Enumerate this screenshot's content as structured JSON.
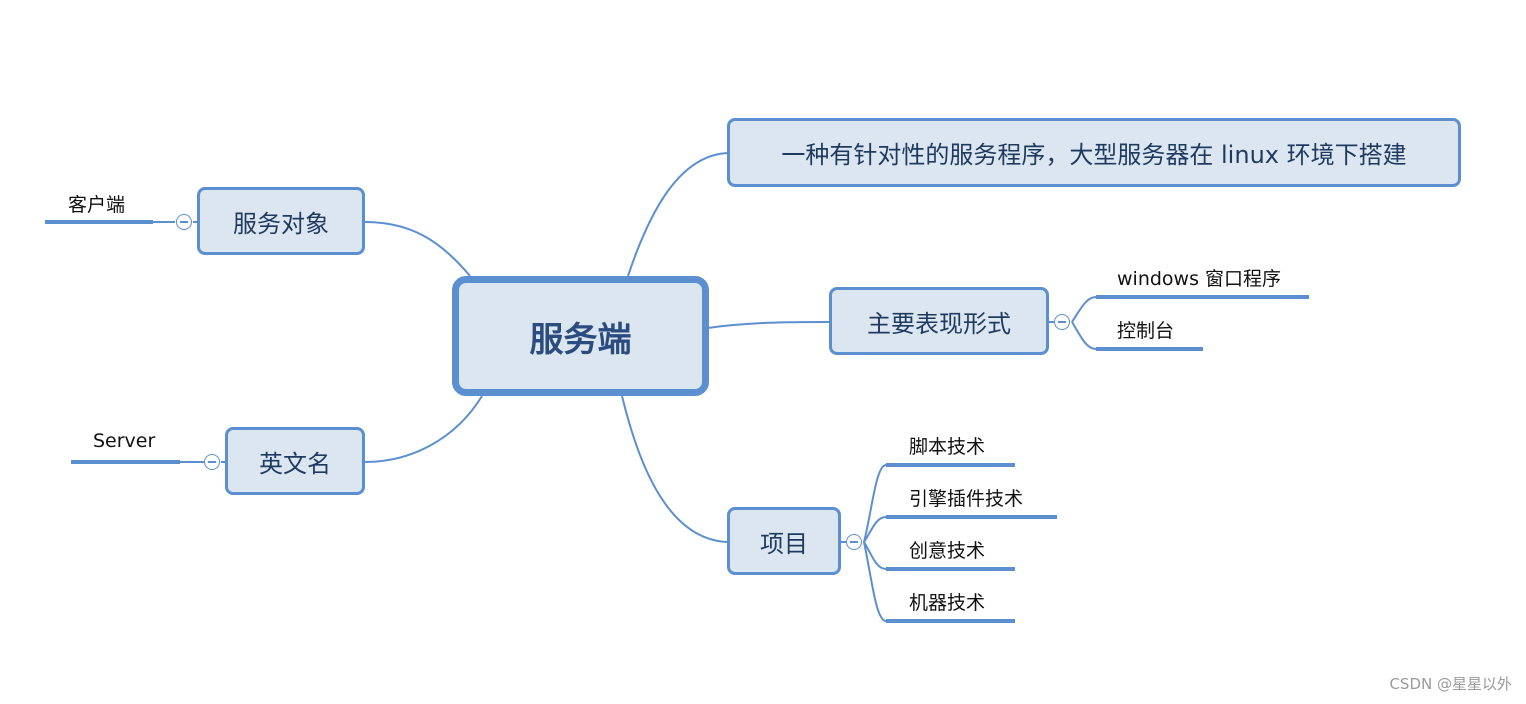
{
  "central": {
    "label": "服务端"
  },
  "branches": {
    "definition": {
      "label": "一种有针对性的服务程序，大型服务器在 linux 环境下搭建"
    },
    "service_target": {
      "label": "服务对象",
      "children": [
        "客户端"
      ]
    },
    "english_name": {
      "label": "英文名",
      "children": [
        "Server"
      ]
    },
    "main_forms": {
      "label": "主要表现形式",
      "children": [
        "windows 窗口程序",
        "控制台"
      ]
    },
    "projects": {
      "label": "项目",
      "children": [
        "脚本技术",
        "引擎插件技术",
        "创意技术",
        "机器技术"
      ]
    }
  },
  "colors": {
    "node_fill": "#dce6f1",
    "border": "#5b8fd0",
    "text": "#1f3a5f"
  },
  "watermark": "CSDN @星星以外"
}
